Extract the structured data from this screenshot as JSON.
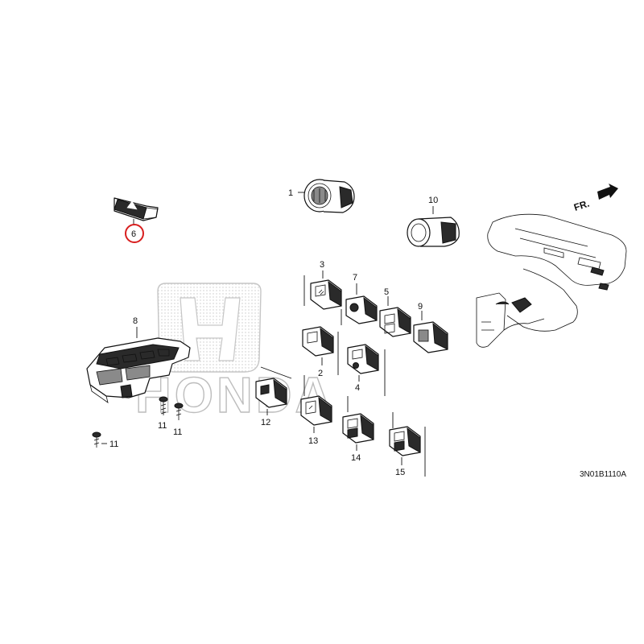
{
  "diagram": {
    "code": "3N01B1110A",
    "direction_label": "FR.",
    "highlight_color": "#d81e1e",
    "watermark": "HONDA",
    "callouts": {
      "p1": "1",
      "p2": "2",
      "p3": "3",
      "p4": "4",
      "p5": "5",
      "p6": "6",
      "p7": "7",
      "p8": "8",
      "p9": "9",
      "p10": "10",
      "p11a": "11",
      "p11b": "11",
      "p11c": "11",
      "p12": "12",
      "p13": "13",
      "p14": "14",
      "p15": "15"
    },
    "highlighted_part": "6"
  }
}
